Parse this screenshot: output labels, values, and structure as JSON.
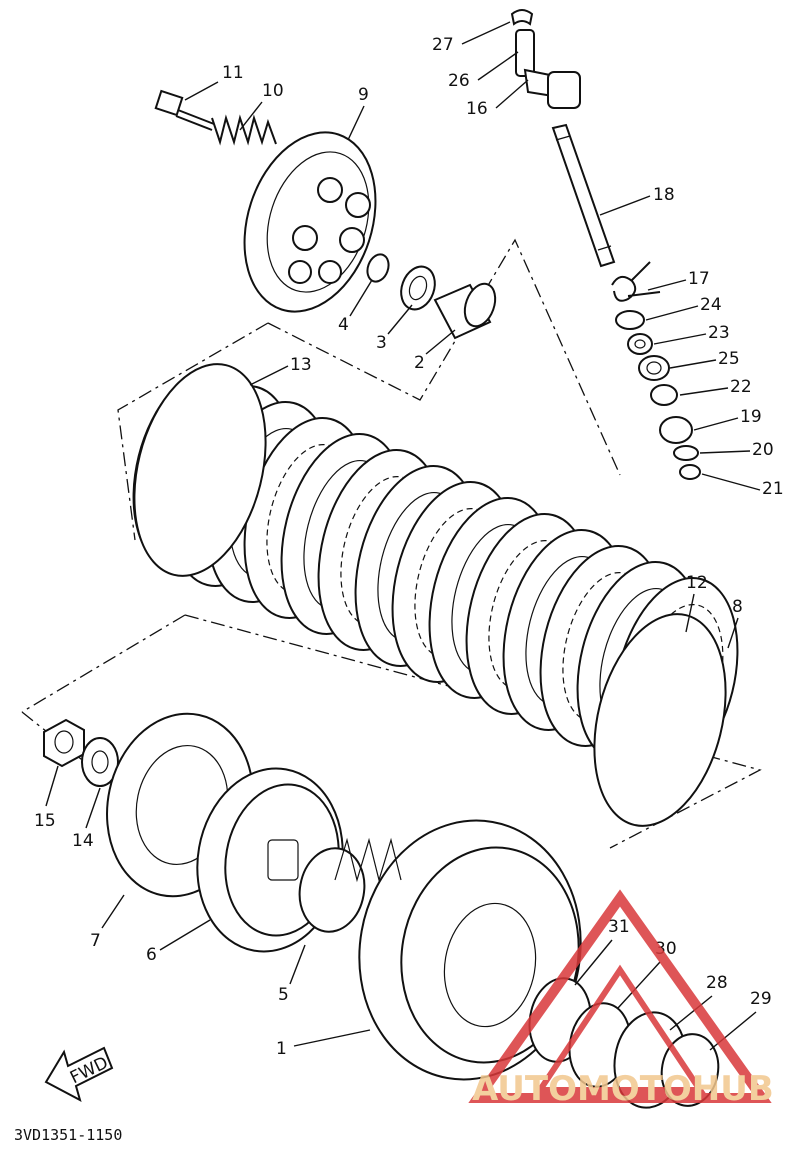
{
  "diagram": {
    "code": "3VD1351-1150",
    "fwd_label": "FWD",
    "callouts": [
      {
        "num": "27"
      },
      {
        "num": "26"
      },
      {
        "num": "16"
      },
      {
        "num": "11"
      },
      {
        "num": "10"
      },
      {
        "num": "9"
      },
      {
        "num": "18"
      },
      {
        "num": "17"
      },
      {
        "num": "24"
      },
      {
        "num": "23"
      },
      {
        "num": "25"
      },
      {
        "num": "22"
      },
      {
        "num": "19"
      },
      {
        "num": "20"
      },
      {
        "num": "21"
      },
      {
        "num": "4"
      },
      {
        "num": "3"
      },
      {
        "num": "2"
      },
      {
        "num": "13"
      },
      {
        "num": "12"
      },
      {
        "num": "8"
      },
      {
        "num": "15"
      },
      {
        "num": "14"
      },
      {
        "num": "7"
      },
      {
        "num": "6"
      },
      {
        "num": "5"
      },
      {
        "num": "1"
      },
      {
        "num": "31"
      },
      {
        "num": "30"
      },
      {
        "num": "28"
      },
      {
        "num": "29"
      }
    ]
  },
  "watermark": {
    "text": "AUTOMOTOHUB",
    "color": "#d9383a",
    "text_color": "#f2c78e"
  }
}
